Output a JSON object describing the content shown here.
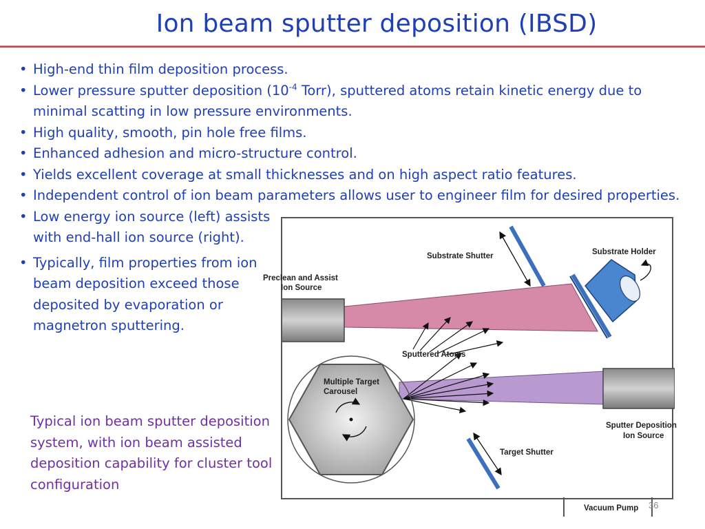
{
  "title": "Ion beam sputter deposition (IBSD)",
  "bullets": {
    "b1": "High-end thin film deposition process.",
    "b2_pre": "Lower pressure sputter deposition (10",
    "b2_sup": "-4",
    "b2_post": " Torr), sputtered atoms retain kinetic energy due to minimal scatting in low pressure environments.",
    "b3": "High quality, smooth, pin hole free films.",
    "b4": "Enhanced adhesion and micro-structure control.",
    "b5": "Yields excellent coverage at small thicknesses and on high aspect ratio features.",
    "b6": "Independent control of ion beam parameters allows user to engineer film for desired properties.",
    "b7": "Low energy ion source (left) assists with end-hall ion source (right).",
    "b8": "Typically, film properties from ion beam deposition exceed those deposited by evaporation or magnetron sputtering."
  },
  "caption": "Typical ion beam sputter deposition system, with ion beam assisted deposition capability for cluster tool configuration",
  "diagram": {
    "substrate_shutter": "Substrate Shutter",
    "substrate_holder": "Substrate Holder",
    "preclean_line1": "Preclean and Assist",
    "preclean_line2": "Ion Source",
    "sputtered_atoms": "Sputtered Atoms",
    "target_carousel_line1": "Multiple Target",
    "target_carousel_line2": "Carousel",
    "sputter_source_line1": "Sputter Deposition",
    "sputter_source_line2": "Ion Source",
    "target_shutter": "Target Shutter",
    "vacuum_pump": "Vacuum Pump"
  },
  "page_number": "36",
  "colors": {
    "title": "#1f3fb4",
    "bullet_text": "#1f3fb4",
    "caption_text": "#7030a0",
    "rule": "#c0504d",
    "assist_beam": "#d68aa8",
    "sputter_beam": "#b99ad0",
    "shutter": "#3c6fbd"
  }
}
